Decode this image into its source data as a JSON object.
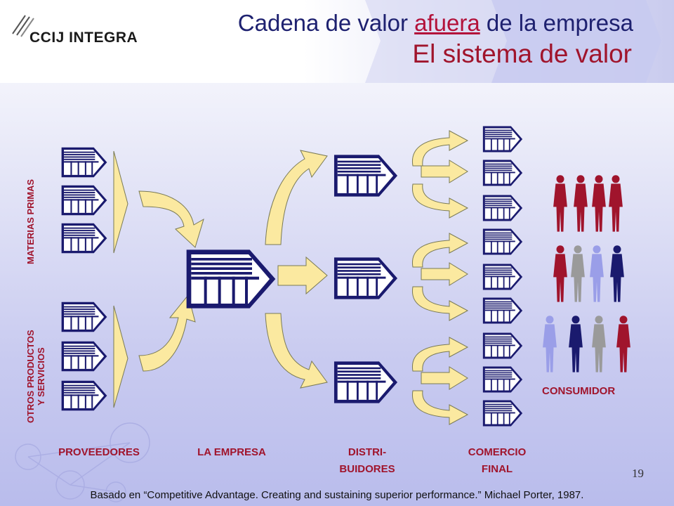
{
  "title": {
    "prefix": "Cadena de valor ",
    "underlined": "afuera",
    "suffix": " de la empresa"
  },
  "subtitle": "El sistema de valor",
  "logo": {
    "text": "CCIJ INTEGRA"
  },
  "left_labels": {
    "top": "MATERIAS PRIMAS",
    "bottom_line1": "OTROS PRODUCTOS",
    "bottom_line2": "Y SERVICIOS"
  },
  "columns": {
    "proveedores": "PROVEEDORES",
    "empresa": "LA EMPRESA",
    "distribuidores_l1": "DISTRI-",
    "distribuidores_l2": "BUIDORES",
    "comercio_l1": "COMERCIO",
    "comercio_l2": "FINAL"
  },
  "consumer_label": "CONSUMIDOR",
  "page_number": "19",
  "footer": "Basado en “Competitive Advantage. Creating and sustaining superior performance.” Michael Porter, 1987.",
  "colors": {
    "navy": "#1a1a6e",
    "crimson": "#a0142c",
    "arrow_fill": "#fbe9a0",
    "lavender": "#9a9ee8",
    "gray": "#9a9a9a"
  }
}
